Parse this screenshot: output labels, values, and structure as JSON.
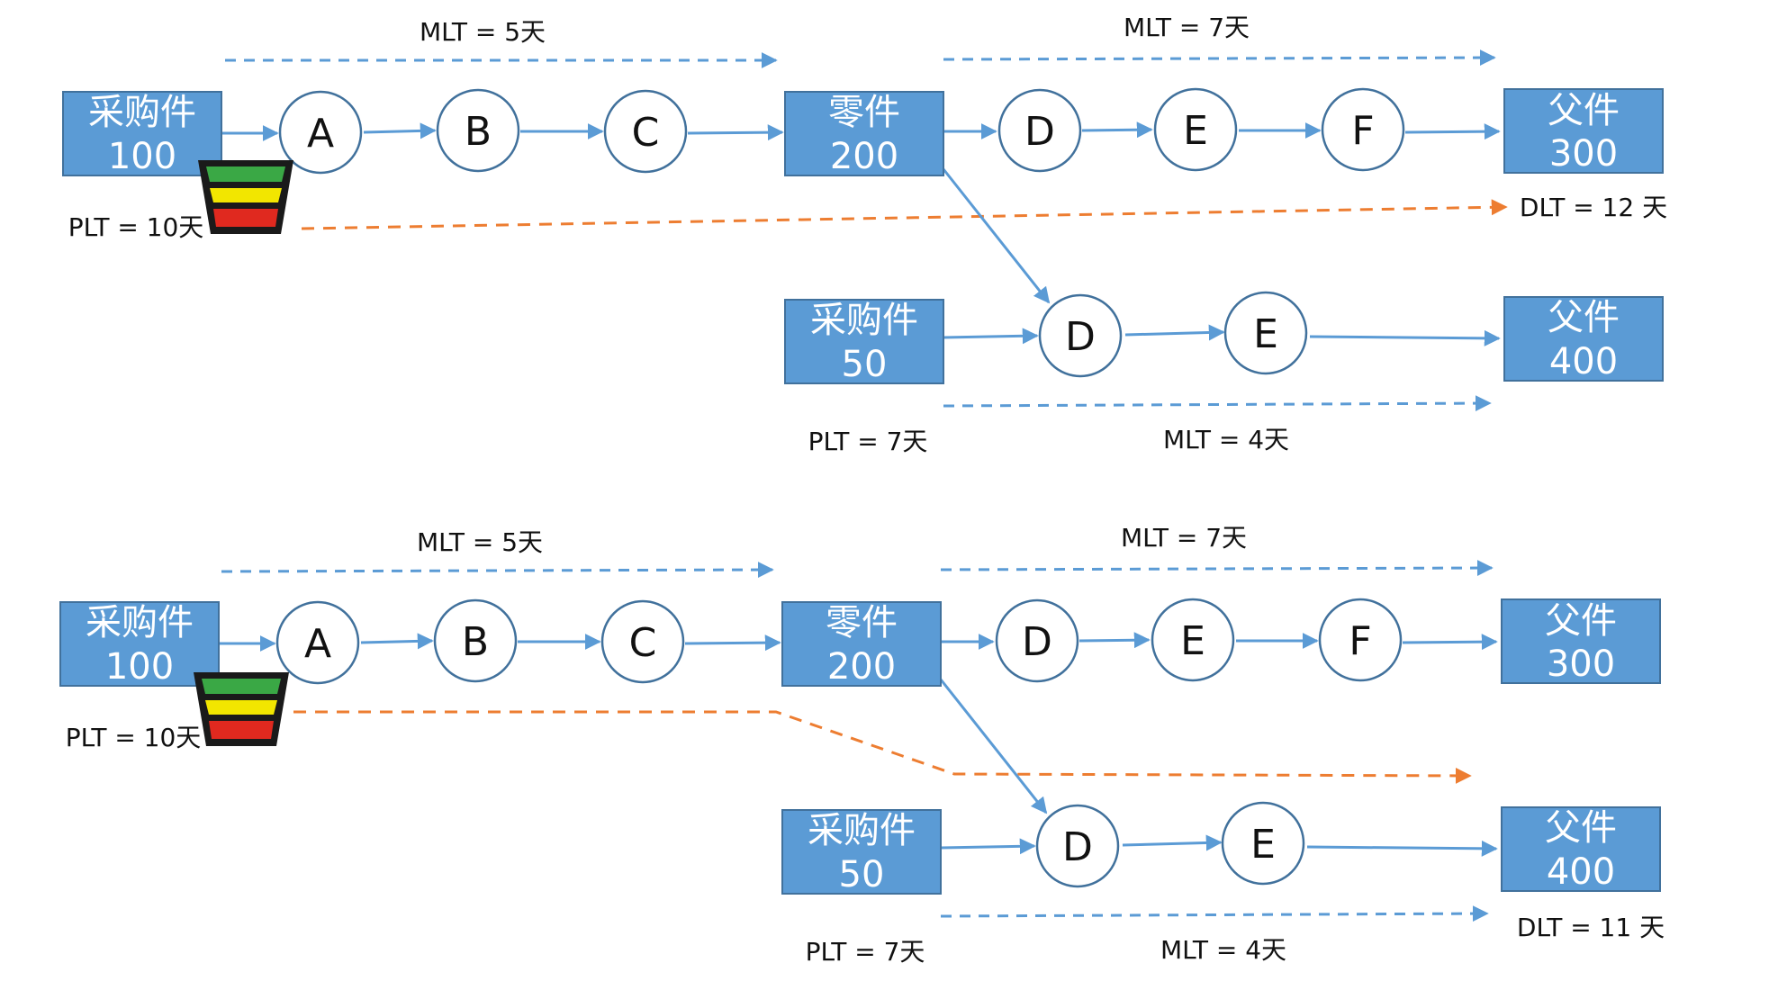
{
  "colors": {
    "box_fill": "#5b9bd5",
    "box_stroke": "#41719c",
    "flow_line": "#5b9bd5",
    "circle_stroke": "#41719c",
    "lead_time_line": "#5b9bd5",
    "decoupling_line": "#ed7d31",
    "buffer_green": "#3aa845",
    "buffer_yellow": "#f2e600",
    "buffer_red": "#e0291f"
  },
  "panels": [
    {
      "boxes": {
        "purchase_main": {
          "line1": "采购件",
          "line2": "100"
        },
        "component": {
          "line1": "零件",
          "line2": "200"
        },
        "parent_top": {
          "line1": "父件",
          "line2": "300"
        },
        "purchase_lower": {
          "line1": "采购件",
          "line2": "50"
        },
        "parent_bottom": {
          "line1": "父件",
          "line2": "400"
        }
      },
      "nodes": {
        "a": "A",
        "b": "B",
        "c": "C",
        "d_top": "D",
        "e_top": "E",
        "f": "F",
        "d_low": "D",
        "e_low": "E"
      },
      "labels": {
        "mlt_1": "MLT = 5天",
        "mlt_2": "MLT = 7天",
        "plt_main": "PLT = 10天",
        "dlt": "DLT = 12 天",
        "plt_lower": "PLT = 7天",
        "mlt_lower": "MLT = 4天"
      }
    },
    {
      "boxes": {
        "purchase_main": {
          "line1": "采购件",
          "line2": "100"
        },
        "component": {
          "line1": "零件",
          "line2": "200"
        },
        "parent_top": {
          "line1": "父件",
          "line2": "300"
        },
        "purchase_lower": {
          "line1": "采购件",
          "line2": "50"
        },
        "parent_bottom": {
          "line1": "父件",
          "line2": "400"
        }
      },
      "nodes": {
        "a": "A",
        "b": "B",
        "c": "C",
        "d_top": "D",
        "e_top": "E",
        "f": "F",
        "d_low": "D",
        "e_low": "E"
      },
      "labels": {
        "mlt_1": "MLT = 5天",
        "mlt_2": "MLT = 7天",
        "plt_main": "PLT = 10天",
        "plt_lower": "PLT = 7天",
        "mlt_lower": "MLT = 4天",
        "dlt": "DLT = 11 天"
      }
    }
  ]
}
